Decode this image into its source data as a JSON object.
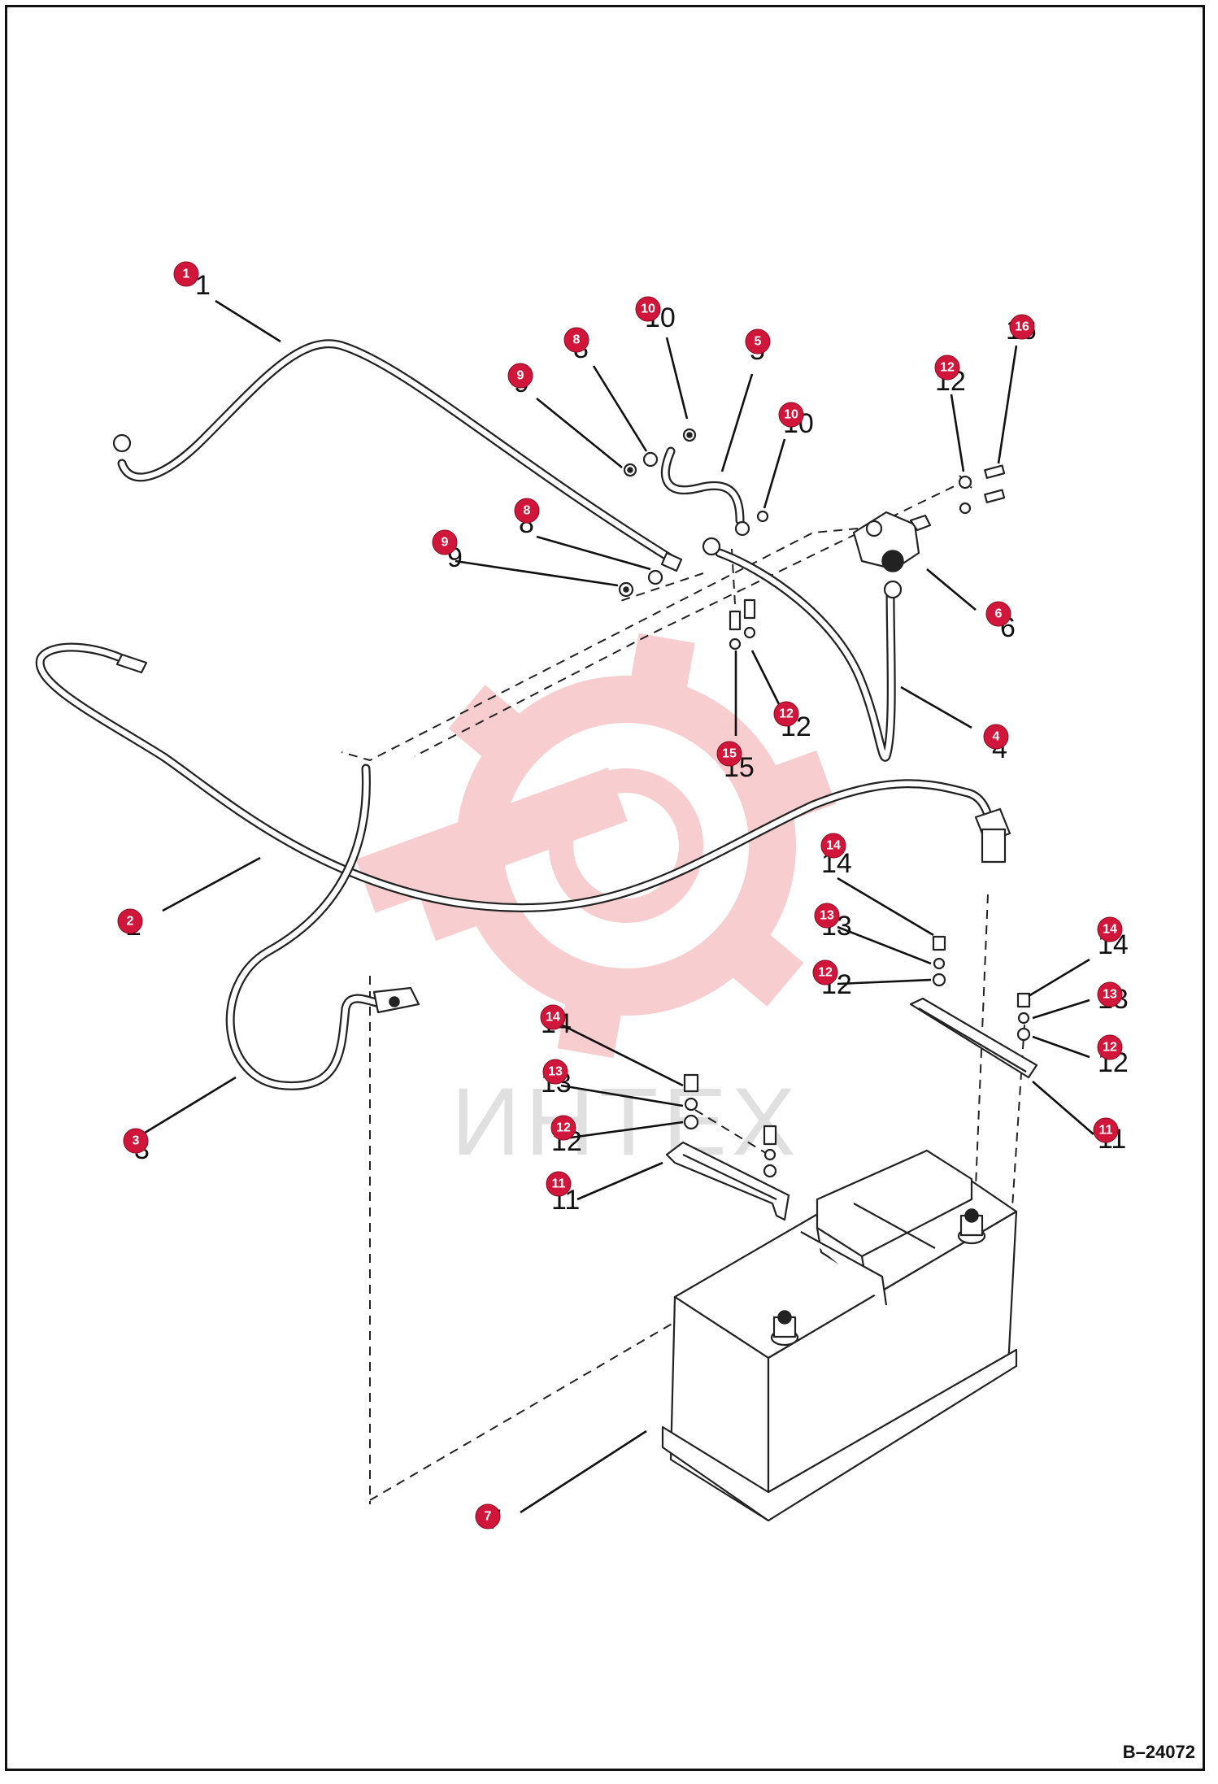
{
  "drawing_number": "B–24072",
  "watermark": {
    "text": "ИНТЕХ",
    "icon": "gear-logo",
    "color": "#f2a5a8"
  },
  "accent_color": "#d0163a",
  "callouts": [
    {
      "id": "c1",
      "number": "1"
    },
    {
      "id": "c10a",
      "number": "10"
    },
    {
      "id": "c8a",
      "number": "8"
    },
    {
      "id": "c5",
      "number": "5"
    },
    {
      "id": "c9a",
      "number": "9"
    },
    {
      "id": "c10b",
      "number": "10"
    },
    {
      "id": "c12a",
      "number": "12"
    },
    {
      "id": "c16",
      "number": "16"
    },
    {
      "id": "c8b",
      "number": "8"
    },
    {
      "id": "c9b",
      "number": "9"
    },
    {
      "id": "c6",
      "number": "6"
    },
    {
      "id": "c12b",
      "number": "12"
    },
    {
      "id": "c4",
      "number": "4"
    },
    {
      "id": "c15",
      "number": "15"
    },
    {
      "id": "c14a",
      "number": "14"
    },
    {
      "id": "c2",
      "number": "2"
    },
    {
      "id": "c13a",
      "number": "13"
    },
    {
      "id": "c14b",
      "number": "14"
    },
    {
      "id": "c12c",
      "number": "12"
    },
    {
      "id": "c13b",
      "number": "13"
    },
    {
      "id": "c14c",
      "number": "14"
    },
    {
      "id": "c12d",
      "number": "12"
    },
    {
      "id": "c13c",
      "number": "13"
    },
    {
      "id": "c3",
      "number": "3"
    },
    {
      "id": "c12e",
      "number": "12"
    },
    {
      "id": "c11a",
      "number": "11"
    },
    {
      "id": "c11b",
      "number": "11"
    },
    {
      "id": "c7",
      "number": "7"
    }
  ]
}
